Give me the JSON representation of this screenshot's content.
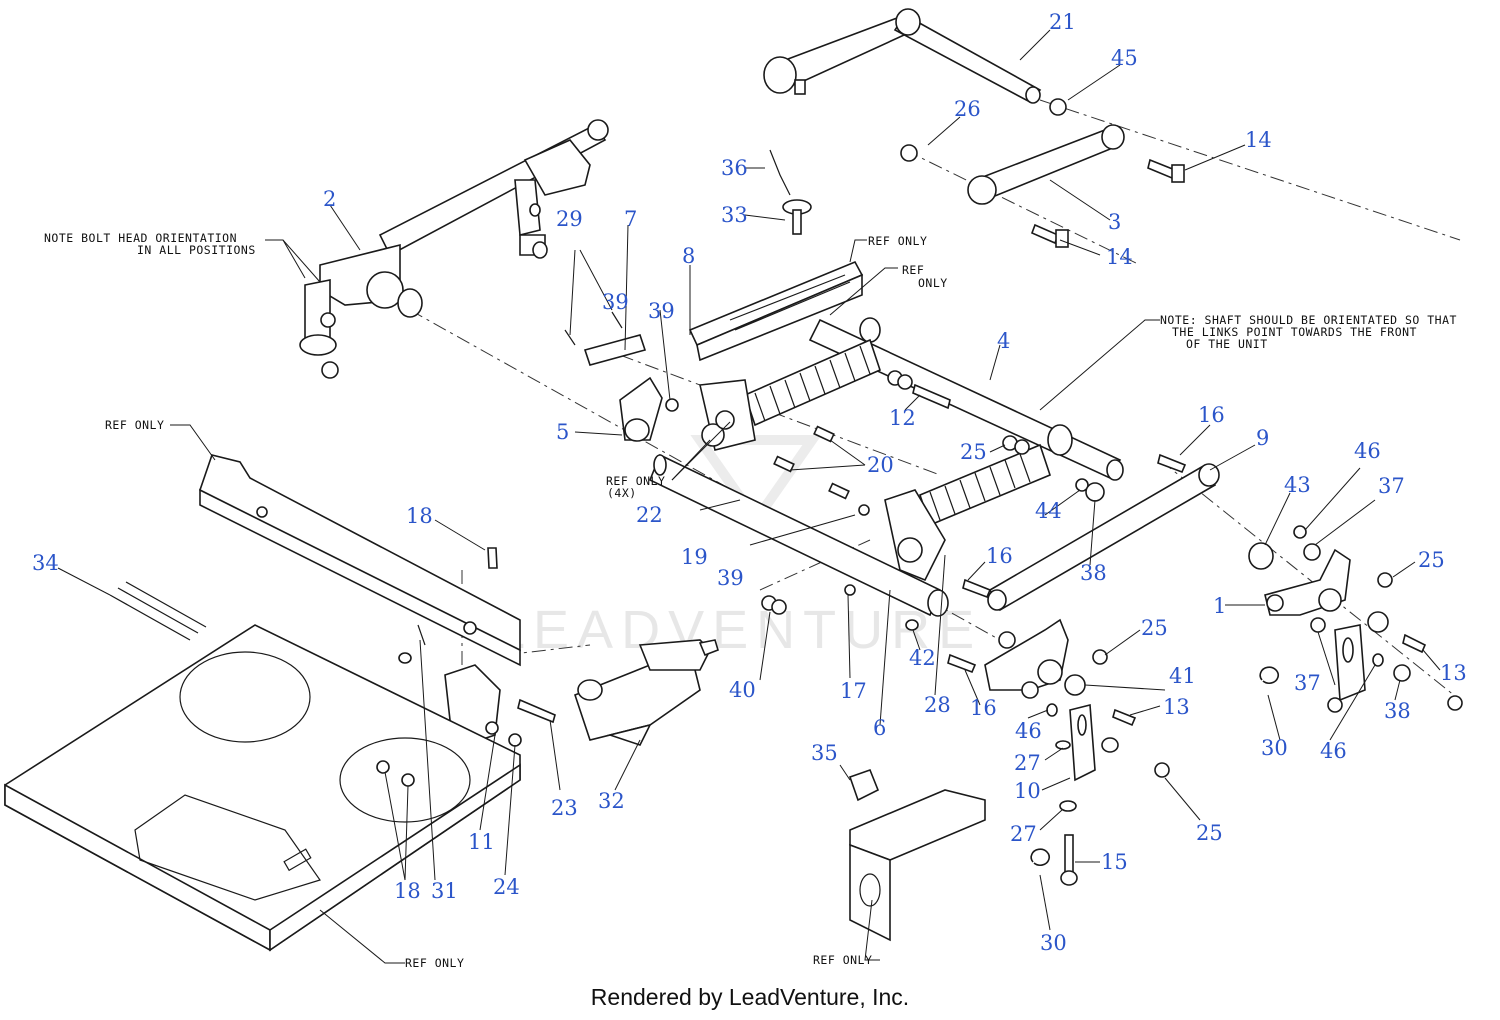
{
  "notes": {
    "bolt_line1": "NOTE BOLT HEAD ORIENTATION",
    "bolt_line2": "IN ALL POSITIONS",
    "shaft_line1": "NOTE: SHAFT SHOULD BE ORIENTATED SO THAT",
    "shaft_line2": "THE LINKS POINT TOWARDS THE FRONT",
    "shaft_line3": "OF THE UNIT",
    "ref_only": "REF ONLY",
    "ref_only_top": "REF",
    "ref_only_bottom": "ONLY",
    "ref_only_4x_line1": "REF ONLY",
    "ref_only_4x_line2": "(4X)"
  },
  "watermark": "LEADVENTURE",
  "footer": "Rendered by LeadVenture, Inc.",
  "callouts": [
    {
      "num": "1"
    },
    {
      "num": "2"
    },
    {
      "num": "3"
    },
    {
      "num": "4"
    },
    {
      "num": "5"
    },
    {
      "num": "6"
    },
    {
      "num": "7"
    },
    {
      "num": "8"
    },
    {
      "num": "9"
    },
    {
      "num": "10"
    },
    {
      "num": "11"
    },
    {
      "num": "12"
    },
    {
      "num": "13"
    },
    {
      "num": "13"
    },
    {
      "num": "14"
    },
    {
      "num": "14"
    },
    {
      "num": "15"
    },
    {
      "num": "16"
    },
    {
      "num": "16"
    },
    {
      "num": "16"
    },
    {
      "num": "17"
    },
    {
      "num": "18"
    },
    {
      "num": "18"
    },
    {
      "num": "19"
    },
    {
      "num": "20"
    },
    {
      "num": "21"
    },
    {
      "num": "22"
    },
    {
      "num": "23"
    },
    {
      "num": "24"
    },
    {
      "num": "25"
    },
    {
      "num": "25"
    },
    {
      "num": "25"
    },
    {
      "num": "25"
    },
    {
      "num": "26"
    },
    {
      "num": "27"
    },
    {
      "num": "27"
    },
    {
      "num": "28"
    },
    {
      "num": "29"
    },
    {
      "num": "30"
    },
    {
      "num": "30"
    },
    {
      "num": "31"
    },
    {
      "num": "32"
    },
    {
      "num": "33"
    },
    {
      "num": "34"
    },
    {
      "num": "35"
    },
    {
      "num": "36"
    },
    {
      "num": "37"
    },
    {
      "num": "37"
    },
    {
      "num": "38"
    },
    {
      "num": "38"
    },
    {
      "num": "39"
    },
    {
      "num": "39"
    },
    {
      "num": "39"
    },
    {
      "num": "40"
    },
    {
      "num": "41"
    },
    {
      "num": "42"
    },
    {
      "num": "43"
    },
    {
      "num": "44"
    },
    {
      "num": "45"
    },
    {
      "num": "46"
    },
    {
      "num": "46"
    },
    {
      "num": "46"
    }
  ]
}
